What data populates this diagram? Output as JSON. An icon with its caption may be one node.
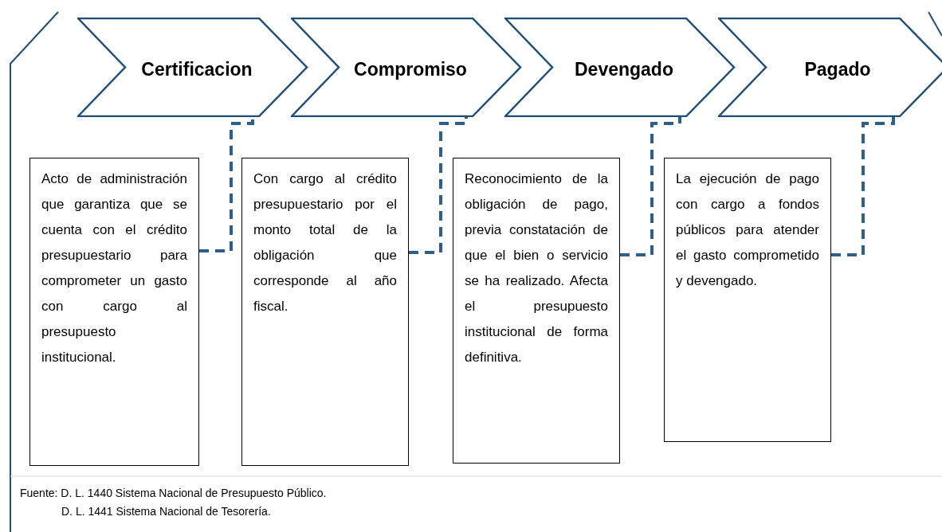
{
  "diagram": {
    "nodes": [
      {
        "text": [
          "Certificacion"
        ]
      },
      {
        "text": [
          "Compromiso"
        ]
      },
      {
        "text": [
          "Devengado"
        ]
      },
      {
        "text": [
          "Pagado"
        ]
      },
      {
        "text": [
          "Acto de administración que garantiza que se cuenta con el crédito presupuestario para comprometer un gasto con cargo al presupuesto institucional."
        ]
      },
      {
        "text": [
          "Con cargo al crédito presupuestario por el monto total de la obligación que corresponde al año fiscal."
        ]
      },
      {
        "text": [
          "Reconocimiento de la obligación de pago, previa constatación de que el bien o servicio se ha realizado. Afecta el presupuesto institucional de forma definitiva."
        ]
      },
      {
        "text": [
          "La ejecución de pago con cargo a fondos públicos para atender el gasto comprometido y devengado."
        ]
      }
    ],
    "edges": [
      {
        "from": 4,
        "to": 0,
        "arrow": "none",
        "style": "dashed"
      },
      {
        "from": 5,
        "to": 1,
        "arrow": "none",
        "style": "dashed"
      },
      {
        "from": 6,
        "to": 2,
        "arrow": "none",
        "style": "dashed"
      },
      {
        "from": 7,
        "to": 3,
        "arrow": "none",
        "style": "dashed"
      }
    ],
    "labels": [
      "Fuente: D. L. 1440 Sistema Nacional de Presupuesto Público.",
      "D. L. 1441 Sistema Nacional de Tesorería."
    ]
  }
}
